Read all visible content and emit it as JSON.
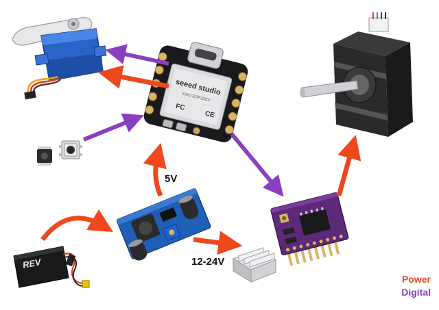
{
  "colors": {
    "power": "#f0471c",
    "digital": "#8a3fc0",
    "background": "#ffffff"
  },
  "labels": {
    "voltage_5v": "5V",
    "voltage_12_24v": "12-24V"
  },
  "board": {
    "brand": "seeed studio",
    "model": "XIAO ESP32C3",
    "fc_mark": "FC",
    "ce_mark": "CE"
  },
  "battery": {
    "brand": "REV"
  },
  "legend": {
    "power": "Power",
    "digital": "Digital"
  },
  "icons": {
    "servo": "servo-motor-icon",
    "board": "microcontroller-board-icon",
    "buttons": "push-button-icon",
    "stepper": "stepper-motor-icon",
    "converter": "buck-converter-icon",
    "battery": "battery-pack-icon",
    "driver": "stepper-driver-icon",
    "heatsink": "heatsink-icon"
  }
}
